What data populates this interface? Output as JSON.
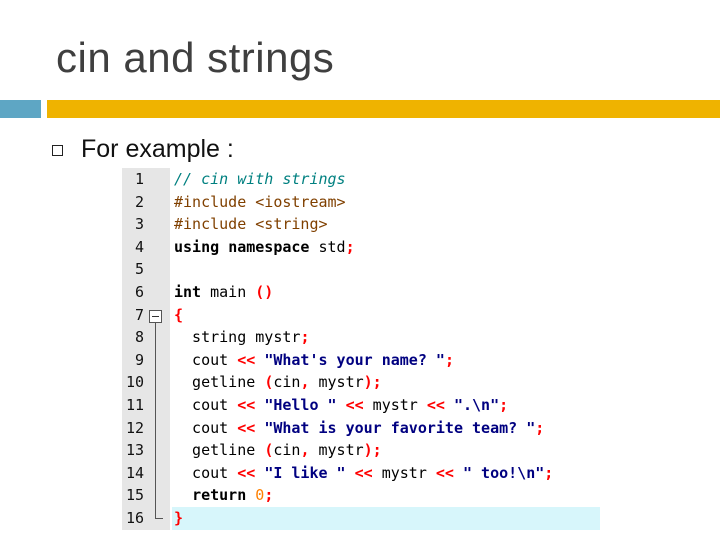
{
  "slide": {
    "title": "cin and strings",
    "bullet": "For example :"
  },
  "colors": {
    "title": "#3f3f3f",
    "bar_blue": "#5ea6c4",
    "bar_gold": "#efb300",
    "gutter": "#e6e6e6",
    "highlight": "#d7f6fb"
  },
  "code": {
    "highlighted_line": 16,
    "lines": [
      {
        "n": "1",
        "tokens": [
          {
            "t": "// cin with strings",
            "c": "cm"
          }
        ]
      },
      {
        "n": "2",
        "tokens": [
          {
            "t": "#include <iostream>",
            "c": "pp"
          }
        ]
      },
      {
        "n": "3",
        "tokens": [
          {
            "t": "#include <string>",
            "c": "pp"
          }
        ]
      },
      {
        "n": "4",
        "tokens": [
          {
            "t": "using",
            "c": "kw"
          },
          {
            "t": " ",
            "c": "id"
          },
          {
            "t": "namespace",
            "c": "kw"
          },
          {
            "t": " std",
            "c": "id"
          },
          {
            "t": ";",
            "c": "op"
          }
        ]
      },
      {
        "n": "5",
        "tokens": []
      },
      {
        "n": "6",
        "tokens": [
          {
            "t": "int",
            "c": "kw"
          },
          {
            "t": " main ",
            "c": "id"
          },
          {
            "t": "()",
            "c": "op"
          }
        ]
      },
      {
        "n": "7",
        "tokens": [
          {
            "t": "{",
            "c": "op"
          }
        ]
      },
      {
        "n": "8",
        "tokens": [
          {
            "t": "  string mystr",
            "c": "id"
          },
          {
            "t": ";",
            "c": "op"
          }
        ]
      },
      {
        "n": "9",
        "tokens": [
          {
            "t": "  cout ",
            "c": "id"
          },
          {
            "t": "<<",
            "c": "op"
          },
          {
            "t": " ",
            "c": "id"
          },
          {
            "t": "\"What's your name? \"",
            "c": "st"
          },
          {
            "t": ";",
            "c": "op"
          }
        ]
      },
      {
        "n": "10",
        "tokens": [
          {
            "t": "  getline ",
            "c": "id"
          },
          {
            "t": "(",
            "c": "op"
          },
          {
            "t": "cin",
            "c": "id"
          },
          {
            "t": ",",
            "c": "op"
          },
          {
            "t": " mystr",
            "c": "id"
          },
          {
            "t": ");",
            "c": "op"
          }
        ]
      },
      {
        "n": "11",
        "tokens": [
          {
            "t": "  cout ",
            "c": "id"
          },
          {
            "t": "<<",
            "c": "op"
          },
          {
            "t": " ",
            "c": "id"
          },
          {
            "t": "\"Hello \"",
            "c": "st"
          },
          {
            "t": " ",
            "c": "id"
          },
          {
            "t": "<<",
            "c": "op"
          },
          {
            "t": " mystr ",
            "c": "id"
          },
          {
            "t": "<<",
            "c": "op"
          },
          {
            "t": " ",
            "c": "id"
          },
          {
            "t": "\".\\n\"",
            "c": "st"
          },
          {
            "t": ";",
            "c": "op"
          }
        ]
      },
      {
        "n": "12",
        "tokens": [
          {
            "t": "  cout ",
            "c": "id"
          },
          {
            "t": "<<",
            "c": "op"
          },
          {
            "t": " ",
            "c": "id"
          },
          {
            "t": "\"What is your favorite team? \"",
            "c": "st"
          },
          {
            "t": ";",
            "c": "op"
          }
        ]
      },
      {
        "n": "13",
        "tokens": [
          {
            "t": "  getline ",
            "c": "id"
          },
          {
            "t": "(",
            "c": "op"
          },
          {
            "t": "cin",
            "c": "id"
          },
          {
            "t": ",",
            "c": "op"
          },
          {
            "t": " mystr",
            "c": "id"
          },
          {
            "t": ");",
            "c": "op"
          }
        ]
      },
      {
        "n": "14",
        "tokens": [
          {
            "t": "  cout ",
            "c": "id"
          },
          {
            "t": "<<",
            "c": "op"
          },
          {
            "t": " ",
            "c": "id"
          },
          {
            "t": "\"I like \"",
            "c": "st"
          },
          {
            "t": " ",
            "c": "id"
          },
          {
            "t": "<<",
            "c": "op"
          },
          {
            "t": " mystr ",
            "c": "id"
          },
          {
            "t": "<<",
            "c": "op"
          },
          {
            "t": " ",
            "c": "id"
          },
          {
            "t": "\" too!\\n\"",
            "c": "st"
          },
          {
            "t": ";",
            "c": "op"
          }
        ]
      },
      {
        "n": "15",
        "tokens": [
          {
            "t": "  ",
            "c": "id"
          },
          {
            "t": "return",
            "c": "kw"
          },
          {
            "t": " ",
            "c": "id"
          },
          {
            "t": "0",
            "c": "nm"
          },
          {
            "t": ";",
            "c": "op"
          }
        ]
      },
      {
        "n": "16",
        "tokens": [
          {
            "t": "}",
            "c": "op"
          }
        ]
      }
    ]
  }
}
